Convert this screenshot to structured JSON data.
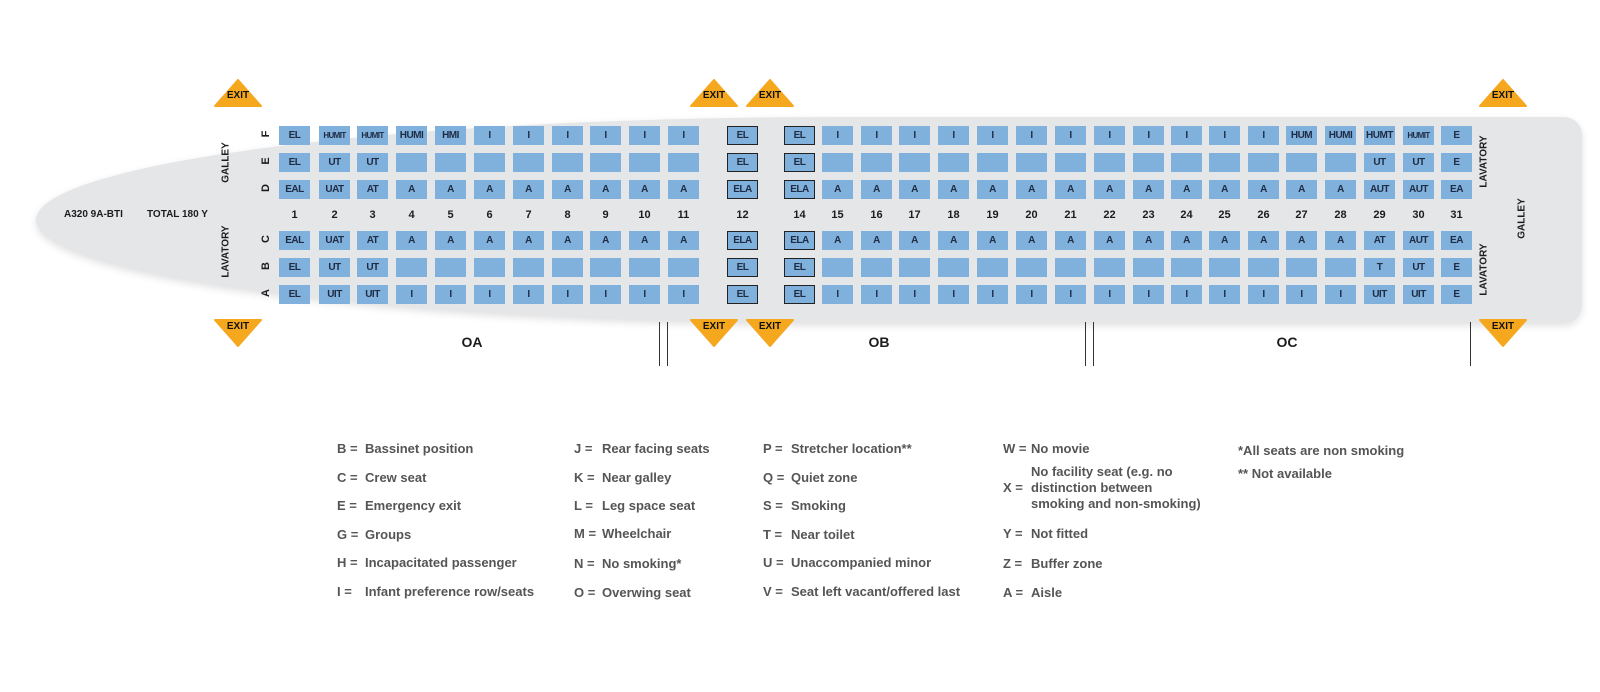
{
  "aircraft": {
    "registration": "A320 9A-BTI",
    "capacity": "TOTAL 180 Y"
  },
  "cabin_labels": {
    "front_top": "GALLEY",
    "front_bottom": "LAVATORY",
    "rear_top": "LAVATORY",
    "rear_middle": "GALLEY",
    "rear_bottom": "LAVATORY"
  },
  "exit_label": "EXIT",
  "row_letters": [
    "F",
    "E",
    "D",
    "C",
    "B",
    "A"
  ],
  "rows": [
    {
      "number": "1",
      "seats": [
        "EL",
        "EL",
        "EAL",
        "EAL",
        "EL",
        "EL"
      ]
    },
    {
      "number": "2",
      "seats": [
        "HUMIT",
        "UT",
        "UAT",
        "UAT",
        "UT",
        "UIT"
      ]
    },
    {
      "number": "3",
      "seats": [
        "HUMIT",
        "UT",
        "AT",
        "AT",
        "UT",
        "UIT"
      ]
    },
    {
      "number": "4",
      "seats": [
        "HUMI",
        "",
        "A",
        "A",
        "",
        "I"
      ]
    },
    {
      "number": "5",
      "seats": [
        "HMI",
        "",
        "A",
        "A",
        "",
        "I"
      ]
    },
    {
      "number": "6",
      "seats": [
        "I",
        "",
        "A",
        "A",
        "",
        "I"
      ]
    },
    {
      "number": "7",
      "seats": [
        "I",
        "",
        "A",
        "A",
        "",
        "I"
      ]
    },
    {
      "number": "8",
      "seats": [
        "I",
        "",
        "A",
        "A",
        "",
        "I"
      ]
    },
    {
      "number": "9",
      "seats": [
        "I",
        "",
        "A",
        "A",
        "",
        "I"
      ]
    },
    {
      "number": "10",
      "seats": [
        "I",
        "",
        "A",
        "A",
        "",
        "I"
      ]
    },
    {
      "number": "11",
      "seats": [
        "I",
        "",
        "A",
        "A",
        "",
        "I"
      ]
    },
    {
      "number": "12",
      "seats": [
        "EL",
        "EL",
        "ELA",
        "ELA",
        "EL",
        "EL"
      ]
    },
    {
      "number": "14",
      "seats": [
        "EL",
        "EL",
        "ELA",
        "ELA",
        "EL",
        "EL"
      ]
    },
    {
      "number": "15",
      "seats": [
        "I",
        "",
        "A",
        "A",
        "",
        "I"
      ]
    },
    {
      "number": "16",
      "seats": [
        "I",
        "",
        "A",
        "A",
        "",
        "I"
      ]
    },
    {
      "number": "17",
      "seats": [
        "I",
        "",
        "A",
        "A",
        "",
        "I"
      ]
    },
    {
      "number": "18",
      "seats": [
        "I",
        "",
        "A",
        "A",
        "",
        "I"
      ]
    },
    {
      "number": "19",
      "seats": [
        "I",
        "",
        "A",
        "A",
        "",
        "I"
      ]
    },
    {
      "number": "20",
      "seats": [
        "I",
        "",
        "A",
        "A",
        "",
        "I"
      ]
    },
    {
      "number": "21",
      "seats": [
        "I",
        "",
        "A",
        "A",
        "",
        "I"
      ]
    },
    {
      "number": "22",
      "seats": [
        "I",
        "",
        "A",
        "A",
        "",
        "I"
      ]
    },
    {
      "number": "23",
      "seats": [
        "I",
        "",
        "A",
        "A",
        "",
        "I"
      ]
    },
    {
      "number": "24",
      "seats": [
        "I",
        "",
        "A",
        "A",
        "",
        "I"
      ]
    },
    {
      "number": "25",
      "seats": [
        "I",
        "",
        "A",
        "A",
        "",
        "I"
      ]
    },
    {
      "number": "26",
      "seats": [
        "I",
        "",
        "A",
        "A",
        "",
        "I"
      ]
    },
    {
      "number": "27",
      "seats": [
        "HUM",
        "",
        "A",
        "A",
        "",
        "I"
      ]
    },
    {
      "number": "28",
      "seats": [
        "HUMI",
        "",
        "A",
        "A",
        "",
        "I"
      ]
    },
    {
      "number": "29",
      "seats": [
        "HUMT",
        "UT",
        "AUT",
        "AT",
        "T",
        "UIT"
      ]
    },
    {
      "number": "30",
      "seats": [
        "HUMIT",
        "UT",
        "AUT",
        "AUT",
        "UT",
        "UIT"
      ]
    },
    {
      "number": "31",
      "seats": [
        "E",
        "E",
        "EA",
        "EA",
        "E",
        "E"
      ]
    }
  ],
  "boxed_rows": [
    "12",
    "14"
  ],
  "zones": [
    "OA",
    "OB",
    "OC"
  ],
  "legend": [
    [
      {
        "code": "B =",
        "desc": "Bassinet position"
      },
      {
        "code": "C =",
        "desc": "Crew seat"
      },
      {
        "code": "E =",
        "desc": "Emergency exit"
      },
      {
        "code": "G =",
        "desc": "Groups"
      },
      {
        "code": "H =",
        "desc": "Incapacitated passenger"
      },
      {
        "code": "I =",
        "desc": "Infant preference row/seats"
      }
    ],
    [
      {
        "code": "J =",
        "desc": "Rear facing seats"
      },
      {
        "code": "K =",
        "desc": "Near galley"
      },
      {
        "code": "L =",
        "desc": "Leg space seat"
      },
      {
        "code": "M =",
        "desc": "Wheelchair"
      },
      {
        "code": "N =",
        "desc": "No smoking*"
      },
      {
        "code": "O =",
        "desc": "Overwing seat"
      }
    ],
    [
      {
        "code": "P =",
        "desc": "Stretcher location**"
      },
      {
        "code": "Q =",
        "desc": "Quiet zone"
      },
      {
        "code": "S =",
        "desc": "Smoking"
      },
      {
        "code": "T =",
        "desc": "Near toilet"
      },
      {
        "code": "U =",
        "desc": "Unaccompanied minor"
      },
      {
        "code": "V =",
        "desc": "Seat left vacant/offered last"
      }
    ],
    [
      {
        "code": "W =",
        "desc": "No movie"
      },
      {
        "code": "X =",
        "desc": "No facility seat (e.g. no distinction between smoking and non-smoking)"
      },
      {
        "code": "Y =",
        "desc": "Not fitted"
      },
      {
        "code": "Z =",
        "desc": "Buffer zone"
      },
      {
        "code": "A =",
        "desc": "Aisle"
      }
    ]
  ],
  "notes": [
    "*All seats are non smoking",
    "** Not available"
  ],
  "colors": {
    "seat": "#80b0dc",
    "exit": "#f5a81e",
    "fuselage": "#e5e6e8"
  }
}
